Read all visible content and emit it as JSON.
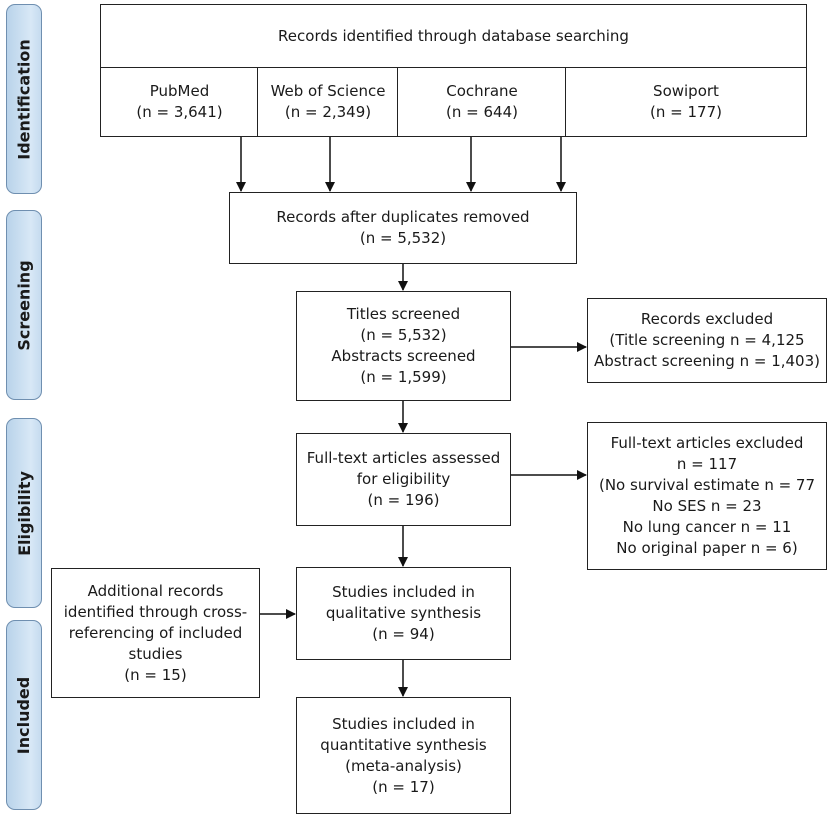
{
  "stages": [
    "Identification",
    "Screening",
    "Eligibility",
    "Included"
  ],
  "identification": {
    "header": "Records identified through database searching",
    "sources": [
      {
        "name": "PubMed",
        "n": "(n = 3,641)"
      },
      {
        "name": "Web of Science",
        "n": "(n = 2,349)"
      },
      {
        "name": "Cochrane",
        "n": "(n = 644)"
      },
      {
        "name": "Sowiport",
        "n": "(n = 177)"
      }
    ]
  },
  "duplicates": {
    "line1": "Records after duplicates removed",
    "line2": "(n = 5,532)"
  },
  "screened": {
    "line1": "Titles screened",
    "line2": "(n = 5,532)",
    "line3": "Abstracts screened",
    "line4": "(n = 1,599)"
  },
  "excluded_records": {
    "line1": "Records excluded",
    "line2": "(Title screening n = 4,125",
    "line3": "Abstract screening n = 1,403)"
  },
  "fulltext": {
    "line1": "Full-text articles assessed",
    "line2": "for eligibility",
    "line3": "(n = 196)"
  },
  "excluded_fulltext": {
    "line1": "Full-text articles excluded",
    "line2": "n = 117",
    "line3": "(No survival estimate n = 77",
    "line4": "No SES n = 23",
    "line5": "No lung cancer n = 11",
    "line6": "No original paper n = 6)"
  },
  "additional": {
    "line1": "Additional records",
    "line2": "identified through cross-",
    "line3": "referencing of included",
    "line4": "studies",
    "line5": "(n = 15)"
  },
  "qualitative": {
    "line1": "Studies included in",
    "line2": "qualitative synthesis",
    "line3": "(n = 94)"
  },
  "quantitative": {
    "line1": "Studies included in",
    "line2": "quantitative synthesis",
    "line3": "(meta-analysis)",
    "line4": "(n = 17)"
  }
}
